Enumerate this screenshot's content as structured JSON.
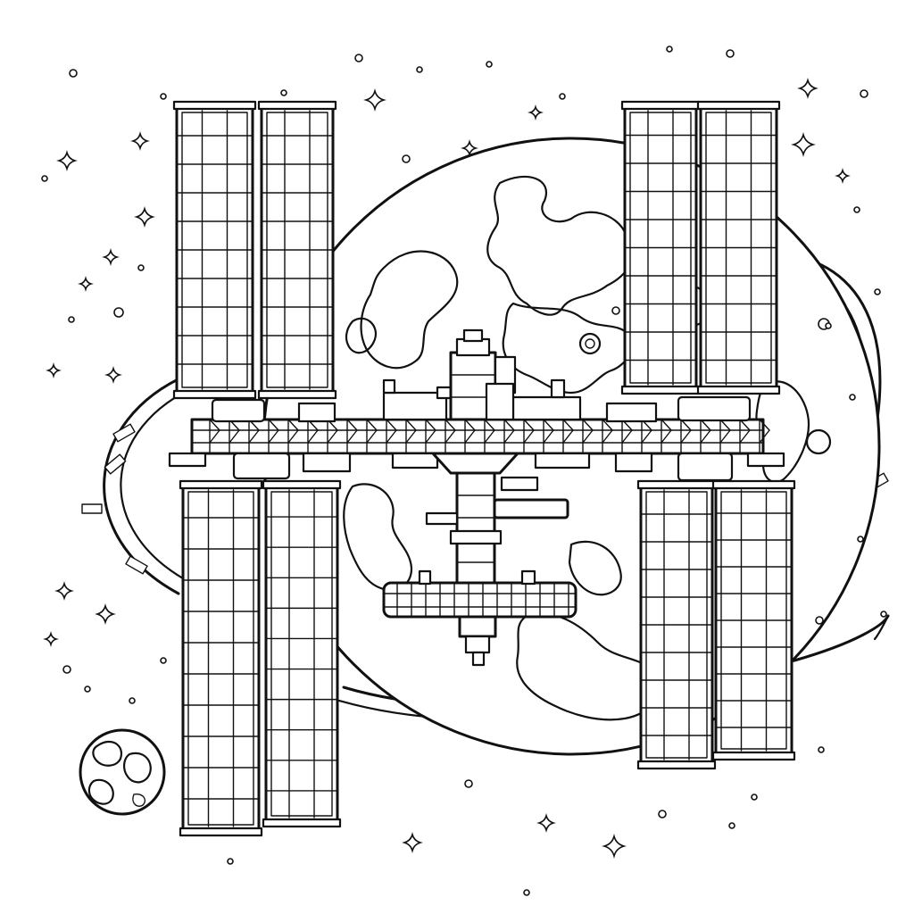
{
  "colors": {
    "background": "#ffffff",
    "ink": "#111111"
  },
  "subject": "space-station-coloring-page",
  "elements": {
    "planet": "earth-globe",
    "moon": "small-moon",
    "solar_array_count": 8,
    "orbit_rings": 2
  }
}
